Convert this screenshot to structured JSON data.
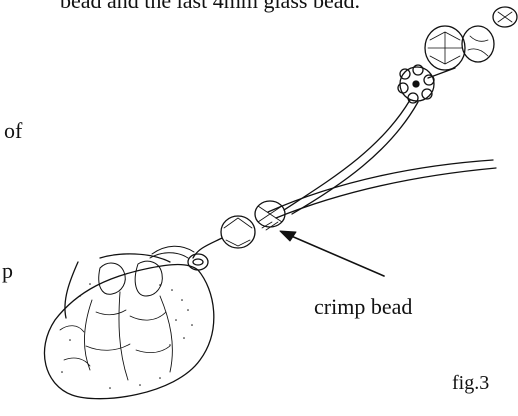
{
  "caption_top": "bead and the last 4mm glass bead.",
  "side_text_fragment_1": "of",
  "side_text_fragment_2": "p",
  "annotation": "crimp bead",
  "figure_label": "fig.3",
  "colors": {
    "ink": "#111111",
    "paper": "#ffffff"
  }
}
